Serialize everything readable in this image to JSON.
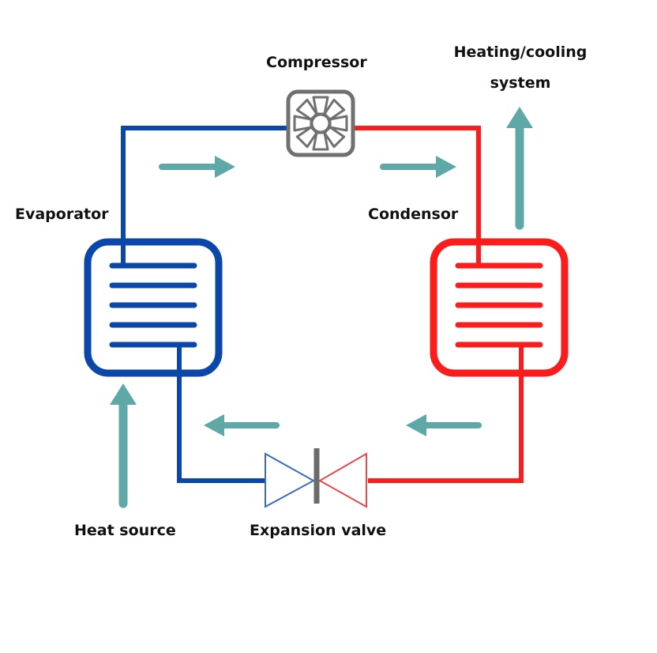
{
  "diagram": {
    "labels": {
      "compressor": "Compressor",
      "heating_cooling_line1": "Heating/cooling",
      "heating_cooling_line2": "system",
      "evaporator": "Evaporator",
      "condensor": "Condensor",
      "heat_source": "Heat source",
      "expansion_valve": "Expansion valve"
    },
    "colors": {
      "cold_side": "#0a47a9",
      "hot_side": "#fb1c1c",
      "flow_arrow": "#5ea8a7",
      "compressor": "#707070",
      "valve_bar": "#6b6b6b",
      "valve_cold": "#3a6bbf",
      "valve_hot": "#e84a4a",
      "text": "#111111"
    },
    "icons": {
      "compressor": "fan-icon",
      "flow": "arrow-icon"
    }
  }
}
